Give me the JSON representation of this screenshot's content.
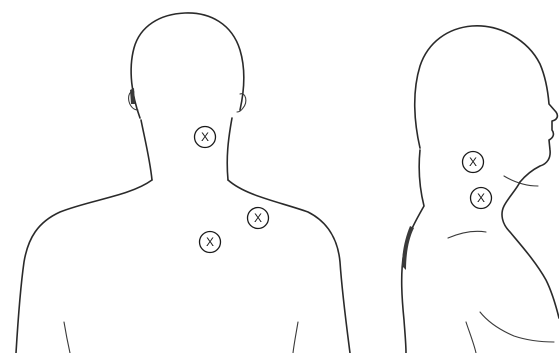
{
  "markers": [
    {
      "label": "X"
    },
    {
      "label": "X"
    },
    {
      "label": "X"
    },
    {
      "label": "X"
    },
    {
      "label": "X"
    }
  ],
  "colors": {
    "outline": "#2a2a2a",
    "background": "#ffffff"
  }
}
